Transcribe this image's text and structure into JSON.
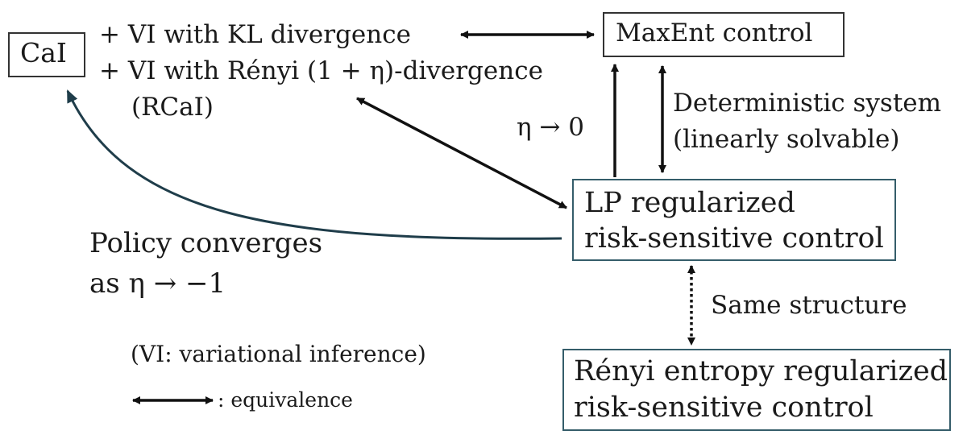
{
  "nodes": {
    "cai": {
      "label": "CaI"
    },
    "vi_kl": {
      "label": "+ VI with KL divergence"
    },
    "vi_renyi": {
      "label": "+ VI with Rényi (1 + η)-divergence"
    },
    "rcai": {
      "label": "(RCaI)"
    },
    "maxent": {
      "label": "MaxEnt control"
    },
    "lp": {
      "line1": "LP regularized",
      "line2": "risk-sensitive control"
    },
    "renyi_entropy": {
      "line1": "Rényi entropy regularized",
      "line2": "risk-sensitive control"
    }
  },
  "edge_labels": {
    "eta_zero": "η → 0",
    "deterministic_1": "Deterministic system",
    "deterministic_2": "(linearly solvable)",
    "policy_1": "Policy converges",
    "policy_2": "as η → −1",
    "same_structure": "Same structure"
  },
  "legend": {
    "vi_note": "(VI: variational inference)",
    "equivalence": ": equivalence"
  },
  "colors": {
    "teal": "#355d6a",
    "black": "#111111"
  }
}
